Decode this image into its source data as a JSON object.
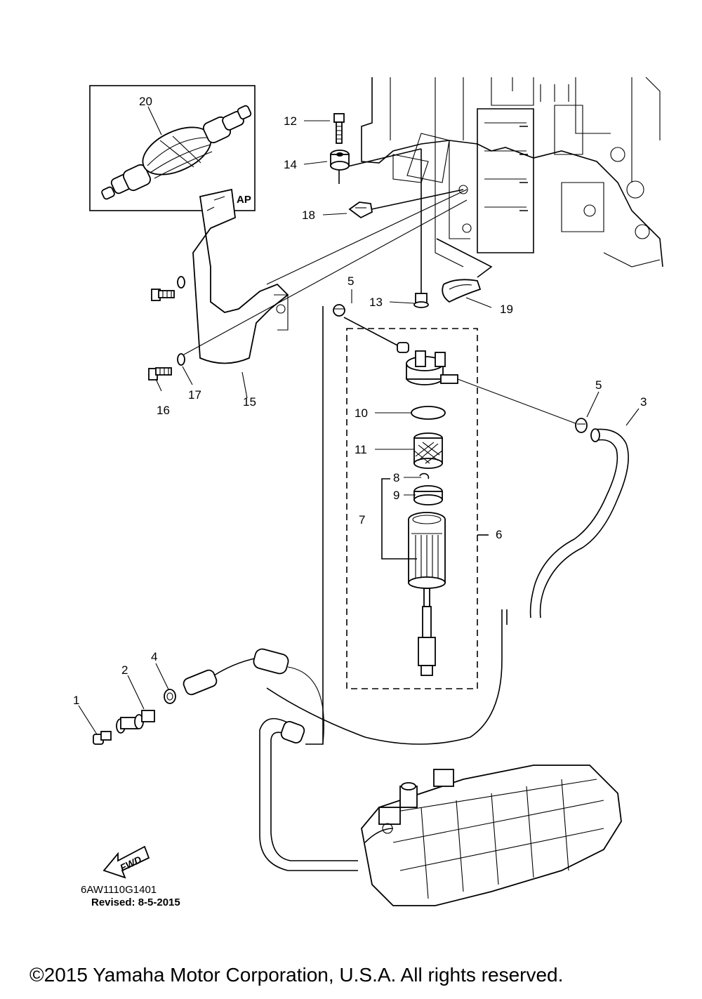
{
  "inset": {
    "label": "AP"
  },
  "callouts": [
    {
      "id": "20",
      "text": "20"
    },
    {
      "id": "12",
      "text": "12"
    },
    {
      "id": "14",
      "text": "14"
    },
    {
      "id": "18",
      "text": "18"
    },
    {
      "id": "5a",
      "text": "5"
    },
    {
      "id": "13",
      "text": "13"
    },
    {
      "id": "19",
      "text": "19"
    },
    {
      "id": "16",
      "text": "16"
    },
    {
      "id": "17",
      "text": "17"
    },
    {
      "id": "15",
      "text": "15"
    },
    {
      "id": "10",
      "text": "10"
    },
    {
      "id": "11",
      "text": "11"
    },
    {
      "id": "5b",
      "text": "5"
    },
    {
      "id": "3",
      "text": "3"
    },
    {
      "id": "8",
      "text": "8"
    },
    {
      "id": "9",
      "text": "9"
    },
    {
      "id": "7",
      "text": "7"
    },
    {
      "id": "6",
      "text": "6"
    },
    {
      "id": "4",
      "text": "4"
    },
    {
      "id": "2",
      "text": "2"
    },
    {
      "id": "1",
      "text": "1"
    }
  ],
  "fwd_label": "FWD",
  "diagram_code": "6AW1110G1401",
  "revised": "Revised: 8-5-2015",
  "copyright": "©2015 Yamaha Motor Corporation, U.S.A. All rights reserved."
}
